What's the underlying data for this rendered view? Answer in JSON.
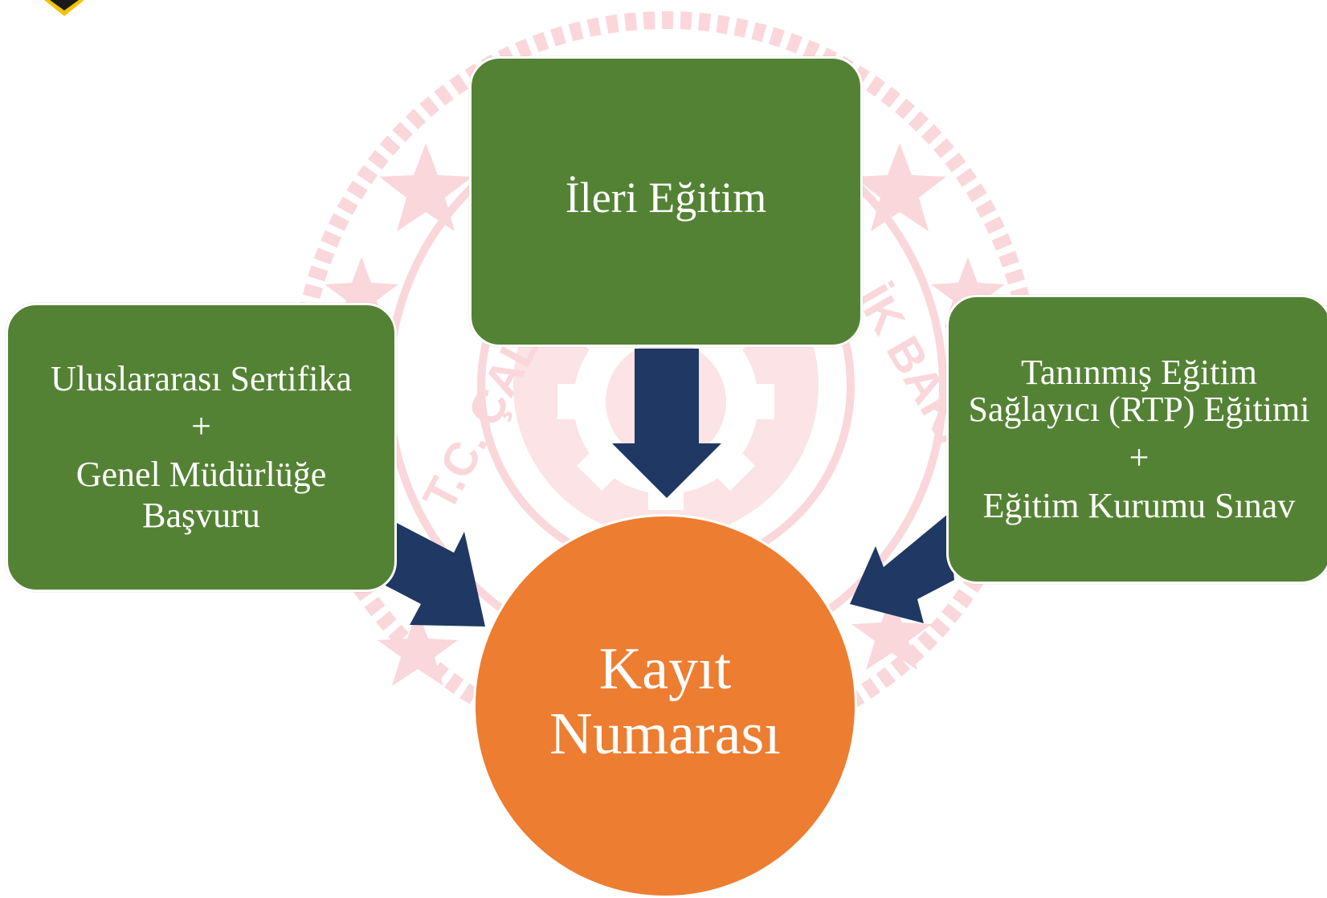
{
  "colors": {
    "box_green": "#548235",
    "circle_orange": "#ED7D31",
    "arrow_navy": "#1F3864",
    "watermark_pink": "#F8C8CC",
    "text": "#FFFFFF"
  },
  "watermark": {
    "text_left": "T.C. ÇALIŞMA VE",
    "text_right": "İK BAKANLIĞI",
    "icon": "ministry-seal-icon"
  },
  "logo": {
    "icon": "corner-logo-icon"
  },
  "boxes": {
    "left": {
      "line1": "Uluslararası Sertifika",
      "plus": "+",
      "line2": "Genel Müdürlüğe",
      "line3": "Başvuru"
    },
    "top": {
      "line1": "İleri Eğitim"
    },
    "right": {
      "line1": "Tanınmış Eğitim",
      "line2": "Sağlayıcı (RTP) Eğitimi",
      "plus": "+",
      "line3": "Eğitim Kurumu Sınav"
    }
  },
  "circle": {
    "line1": "Kayıt",
    "line2": "Numarası"
  }
}
